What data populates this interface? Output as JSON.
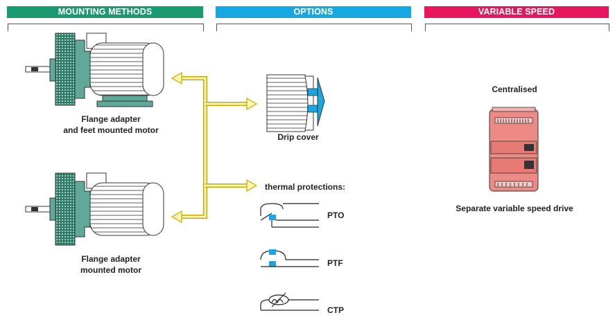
{
  "sections": {
    "mounting": {
      "title": "MOUNTING METHODS",
      "color": "#1a9a6e"
    },
    "options": {
      "title": "OPTIONS",
      "color": "#19a7e0"
    },
    "speed": {
      "title": "VARIABLE SPEED",
      "color": "#e8175d"
    }
  },
  "mounting": {
    "motor1_label": "Flange adapter\nand feet mounted motor",
    "motor2_label": "Flange adapter\nmounted motor"
  },
  "options": {
    "drip_cover_label": "Drip cover",
    "thermal_title": "thermal protections:",
    "pto": "PTO",
    "ptf": "PTF",
    "ctp": "CTP"
  },
  "speed": {
    "centralised": "Centralised",
    "drive_label": "Separate variable speed drive"
  },
  "colors": {
    "arrow_fill": "#fff7b0",
    "arrow_stroke": "#c9a800",
    "motor_flange": "#5fa89a",
    "motor_grille": "#2f7a66",
    "drive_body": "#ec8b86",
    "symbol_blue": "#1aa6e0"
  }
}
